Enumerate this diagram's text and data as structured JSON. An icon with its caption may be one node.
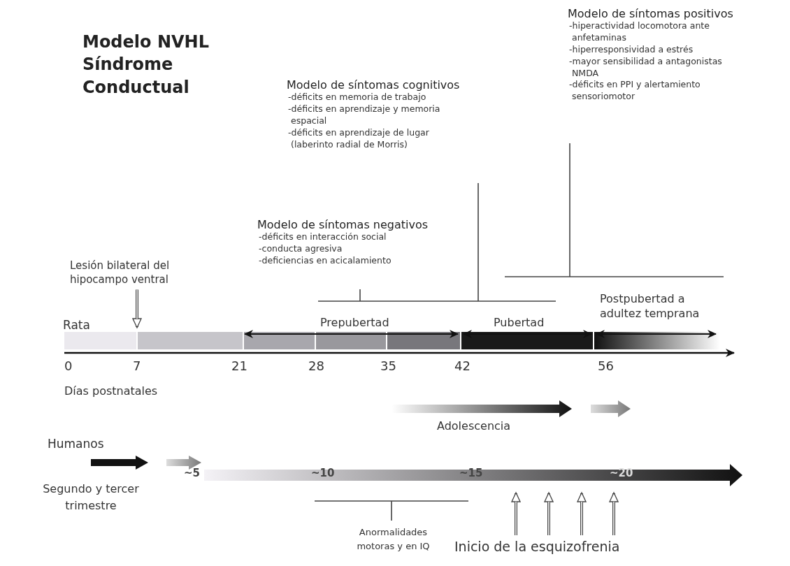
{
  "diagram": {
    "title": "Modelo NVHL Síndrome Conductual",
    "nodes": [
      {
        "text": [
          "Modelo de síntomas positivos",
          "-hiperactividad locomotora ante anfetaminas",
          "-hiperresponsividad a estrés",
          "-mayor sensibilidad a antagonistas NMDA",
          "-déficits en PPI y alertamiento sensoriomotor"
        ]
      },
      {
        "text": [
          "Modelo de síntomas cognitivos",
          "-déficits en memoria de trabajo",
          "-déficits en aprendizaje y memoria espacial",
          "-déficits en aprendizaje de lugar (laberinto radial de Morris)"
        ]
      },
      {
        "text": [
          "Modelo de síntomas negativos",
          "-déficits en interacción social",
          "-conducta agresiva",
          "-deficiencias en acicalamiento"
        ]
      },
      {
        "text": [
          "Lesión bilateral del hipocampo ventral"
        ]
      },
      {
        "text": [
          "Inicio de la esquizofrenia"
        ]
      }
    ],
    "edges": [
      {
        "from": 3,
        "to": null,
        "arrow": "to"
      },
      {
        "from": 4,
        "to": null,
        "arrow": "to"
      },
      {
        "from": 4,
        "to": null,
        "arrow": "to"
      },
      {
        "from": 4,
        "to": null,
        "arrow": "to"
      },
      {
        "from": 4,
        "to": null,
        "arrow": "to"
      }
    ],
    "labels": [
      "Rata",
      "Postpubertad a adultez temprana",
      "Prepubertad",
      "Pubertad",
      "0",
      "7",
      "21",
      "28",
      "35",
      "42",
      "56",
      "Días postnatales",
      "Adolescencia",
      "Humanos",
      "~5",
      "~10",
      "~15",
      "~20",
      "Segundo y tercer trimestre",
      "Anormalidades motoras y en IQ"
    ]
  }
}
